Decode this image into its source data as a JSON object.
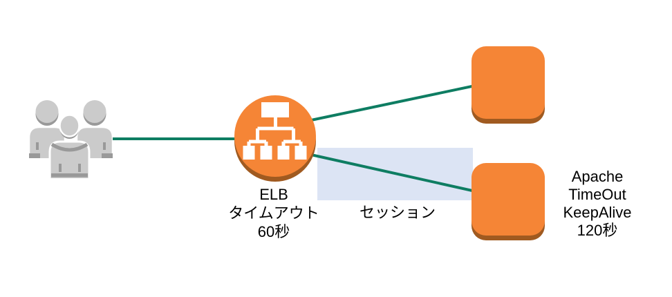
{
  "labels": {
    "elb": {
      "line1": "ELB",
      "line2": "タイムアウト",
      "line3": "60秒"
    },
    "session": "セッション",
    "apache": {
      "line1": "Apache",
      "line2": "TimeOut",
      "line3": "KeepAlive",
      "line4": "120秒"
    }
  },
  "icons": {
    "users": "users-group-icon",
    "load_balancer": "elastic-load-balancer-icon",
    "server_top": "server-instance-icon",
    "server_bottom": "server-instance-icon"
  },
  "colors": {
    "aws_orange": "#F58536",
    "orange_shadow": "#A05A20",
    "connector_green": "#0E7D62",
    "session_fill": "#DCE4F4",
    "user_gray": "#CBCBCB",
    "user_gray_dark": "#999999",
    "label_text": "#000000",
    "background": "#FFFFFF"
  }
}
